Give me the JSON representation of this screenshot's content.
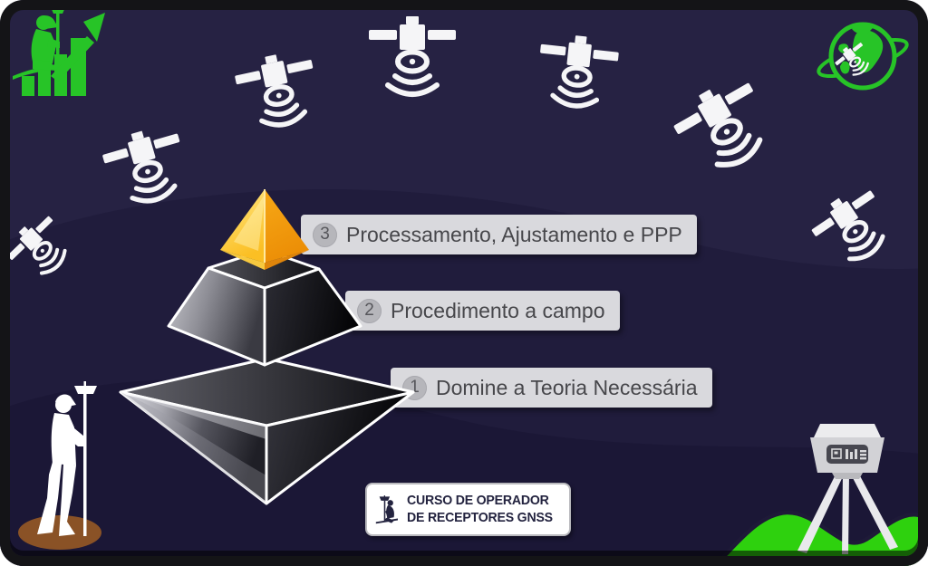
{
  "steps": [
    {
      "number": "3",
      "label": "Processamento, Ajustamento e PPP"
    },
    {
      "number": "2",
      "label": "Procedimento a campo"
    },
    {
      "number": "1",
      "label": "Domine a Teoria Necessária"
    }
  ],
  "badge": {
    "line1": "CURSO DE OPERADOR",
    "line2": "DE RECEPTORES GNSS"
  },
  "icons": {
    "logo": "surveyor-growth-chart-icon",
    "globe": "satellite-orbit-globe-icon",
    "satellite": "gnss-satellite-icon",
    "badge_icon": "surveyor-silhouette-icon",
    "person": "surveyor-with-pole-silhouette",
    "tripod": "gnss-receiver-tripod-icon",
    "pyramid": "three-tier-pyramid-graphic"
  },
  "colors": {
    "background": "#262243",
    "accent_green": "#27c427",
    "hill_green": "#2ed10e",
    "gold_light": "#ffe784",
    "gold_dark": "#f2a513",
    "label_bg": "#d9d9dd",
    "label_text": "#47474b",
    "satellite_white": "#f5f5f7",
    "ground_brown": "#8a5226"
  }
}
